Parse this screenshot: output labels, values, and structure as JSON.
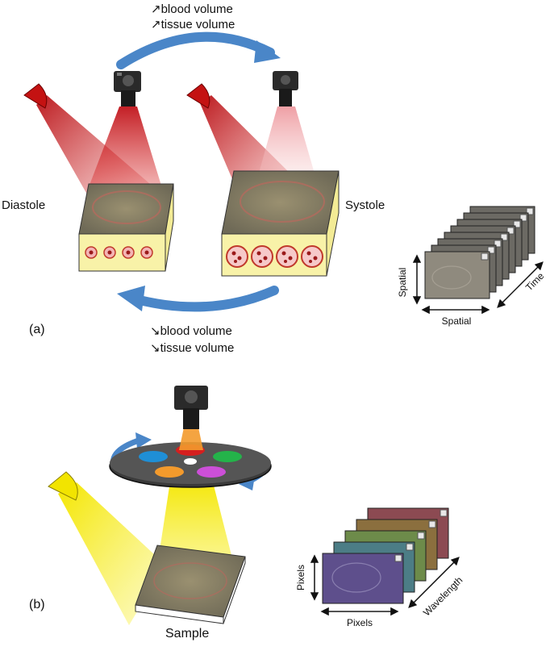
{
  "panel_a": {
    "marker": "(a)",
    "top_annotations": [
      "blood volume",
      "tissue volume"
    ],
    "bottom_annotations": [
      "blood volume",
      "tissue volume"
    ],
    "left_state": "Diastole",
    "right_state": "Systole",
    "stack_axes": {
      "vertical": "Spatial",
      "horizontal": "Spatial",
      "depth": "Time"
    }
  },
  "panel_b": {
    "marker": "(b)",
    "sample_label": "Sample",
    "stack_axes": {
      "vertical": "Pixels",
      "horizontal": "Pixels",
      "depth": "Wavelength"
    },
    "filter_colors": [
      "#1f8fd6",
      "#d51f1f",
      "#24b34a",
      "#f39a2c",
      "#cc4fd8"
    ]
  },
  "colors": {
    "arrow": "#4a86c8",
    "light_red": "#c01a1a",
    "light_yellow": "#f2e400",
    "tissue": "#f8f2a8"
  }
}
